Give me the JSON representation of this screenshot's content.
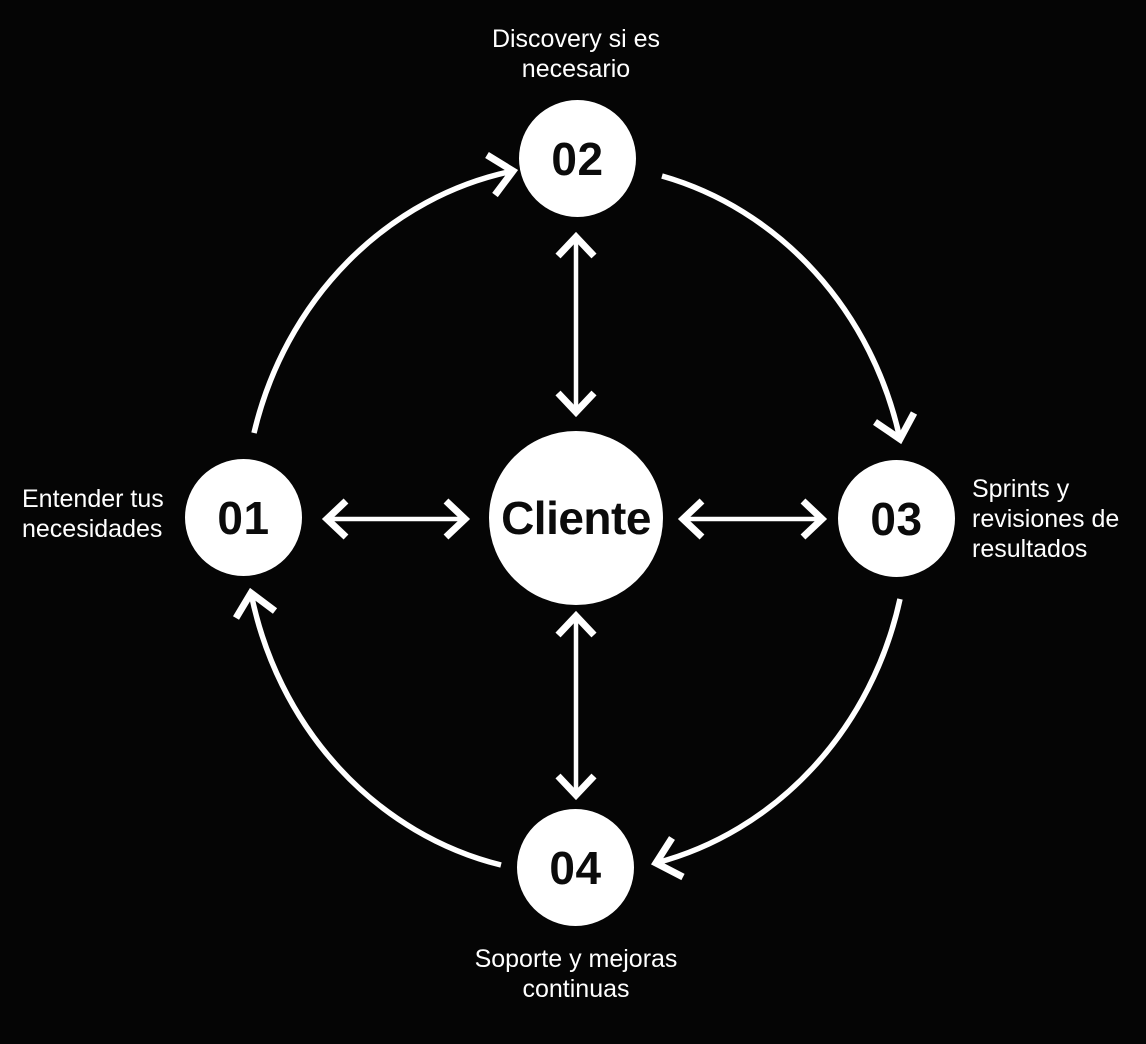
{
  "colors": {
    "background": "#050505",
    "foreground": "#ffffff",
    "circle_fill": "#ffffff",
    "circle_text": "#0b0b0b"
  },
  "center": {
    "label": "Cliente"
  },
  "nodes": [
    {
      "number": "01",
      "label": "Entender tus\nnecesidades"
    },
    {
      "number": "02",
      "label": "Discovery si es\nnecesario"
    },
    {
      "number": "03",
      "label": "Sprints y\nrevisiones de\nresultados"
    },
    {
      "number": "04",
      "label": "Soporte y mejoras\ncontinuas"
    }
  ],
  "connections": {
    "cycle": [
      "01→02",
      "02→03",
      "03→04",
      "04→01"
    ],
    "bidirectional": [
      "Cliente↔01",
      "Cliente↔02",
      "Cliente↔03",
      "Cliente↔04"
    ]
  }
}
